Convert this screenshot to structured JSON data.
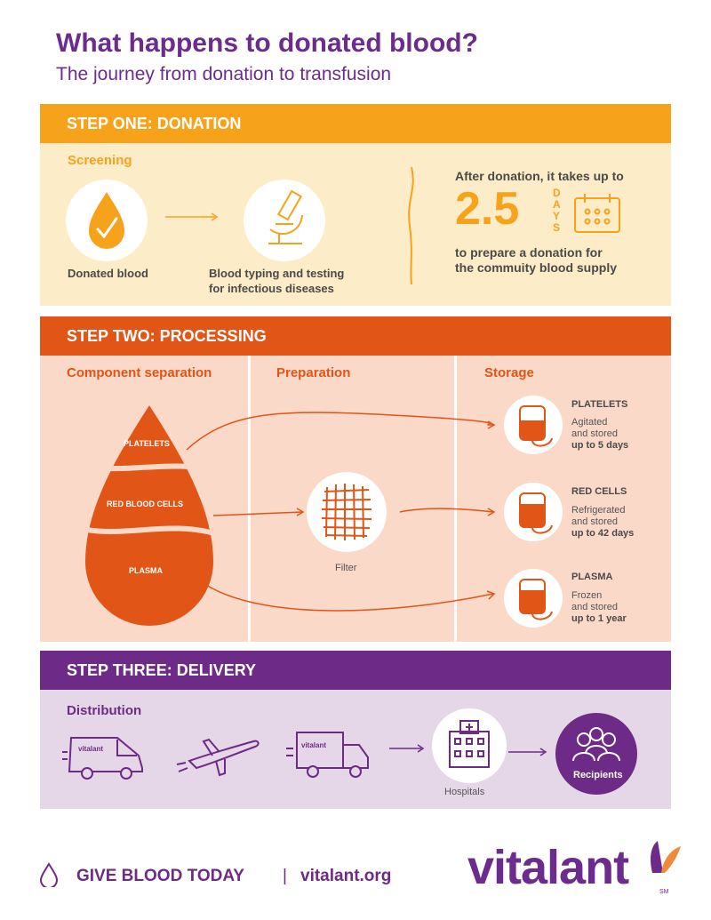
{
  "header": {
    "title": "What happens to donated blood?",
    "subtitle": "The journey from donation to transfusion"
  },
  "step_one": {
    "banner": "STEP ONE: DONATION",
    "section_label": "Screening",
    "item1_label": "Donated blood",
    "item2_line1": "Blood typing and testing",
    "item2_line2": "for infectious diseases",
    "fact_intro": "After donation, it takes up to",
    "fact_number": "2.5",
    "fact_unit": "DAYS",
    "fact_line1": "to prepare a donation for",
    "fact_line2": "the commuity blood supply"
  },
  "step_two": {
    "banner": "STEP TWO: PROCESSING",
    "col1": "Component separation",
    "col2": "Preparation",
    "col3": "Storage",
    "drop_labels": [
      "PLATELETS",
      "RED BLOOD CELLS",
      "PLASMA"
    ],
    "filter_label": "Filter",
    "storage": [
      {
        "title": "PLATELETS",
        "line1": "Agitated",
        "line2": "and stored",
        "line3": "up to 5 days"
      },
      {
        "title": "RED CELLS",
        "line1": "Refrigerated",
        "line2": "and stored",
        "line3": "up to 42 days"
      },
      {
        "title": "PLASMA",
        "line1": "Frozen",
        "line2": "and stored",
        "line3": "up to 1 year"
      }
    ]
  },
  "step_three": {
    "banner": "STEP THREE: DELIVERY",
    "section_label": "Distribution",
    "van_text": "vitalant",
    "truck_text": "vitalant",
    "hospitals_label": "Hospitals",
    "recipients_label": "Recipients"
  },
  "footer": {
    "cta": "GIVE BLOOD TODAY",
    "separator": "|",
    "url": "vitalant.org",
    "logo": "vitalant",
    "sm": "SM"
  },
  "colors": {
    "purple": "#6d2b87",
    "orange": "#f7a21b",
    "red_orange": "#e15517",
    "cream": "#fdecc8",
    "peach": "#fad9c9",
    "lavender": "#e5d6e8"
  },
  "icons": [
    "blood-drop-check-icon",
    "microscope-icon",
    "calendar-icon",
    "blood-bag-icon",
    "filter-mesh-icon",
    "van-icon",
    "airplane-icon",
    "truck-icon",
    "hospital-icon",
    "people-icon"
  ]
}
